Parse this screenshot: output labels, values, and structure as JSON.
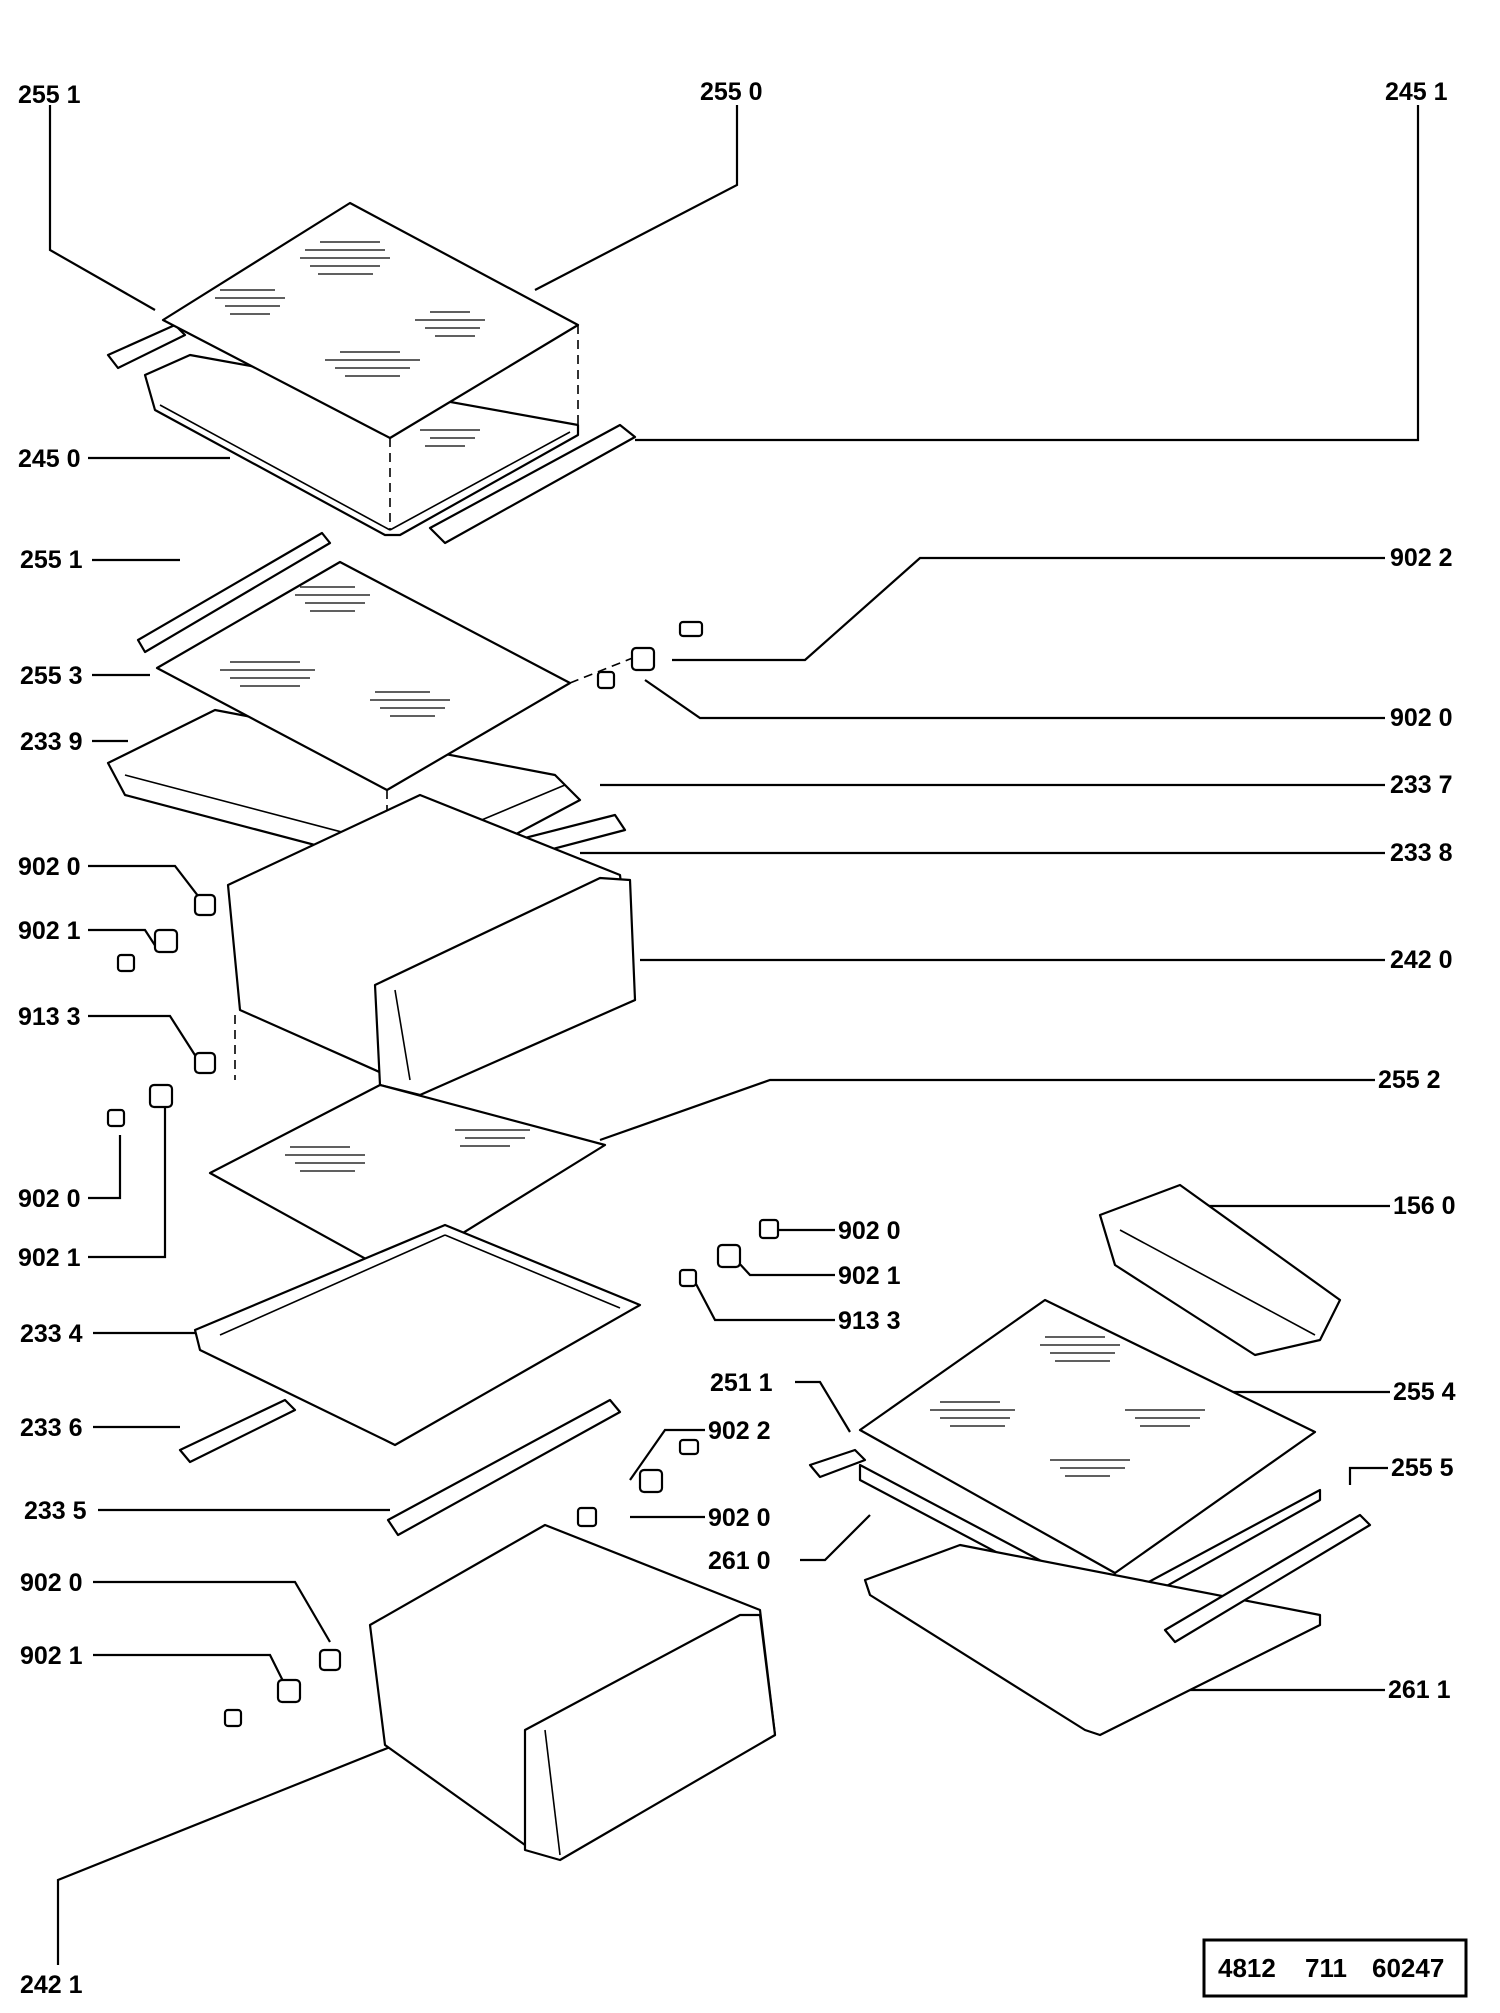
{
  "labels": [
    {
      "id": "c2551-a",
      "text": "255 1"
    },
    {
      "id": "c2550",
      "text": "255 0"
    },
    {
      "id": "c2451",
      "text": "245 1"
    },
    {
      "id": "c2450",
      "text": "245 0"
    },
    {
      "id": "c2551-b",
      "text": "255 1"
    },
    {
      "id": "c9022-a",
      "text": "902 2"
    },
    {
      "id": "c2553",
      "text": "255 3"
    },
    {
      "id": "c9020-a",
      "text": "902 0"
    },
    {
      "id": "c2339",
      "text": "233 9"
    },
    {
      "id": "c2337",
      "text": "233 7"
    },
    {
      "id": "c2338",
      "text": "233 8"
    },
    {
      "id": "c9020-b",
      "text": "902 0"
    },
    {
      "id": "c9021-a",
      "text": "902 1"
    },
    {
      "id": "c2420",
      "text": "242 0"
    },
    {
      "id": "c9133-a",
      "text": "913 3"
    },
    {
      "id": "c2552",
      "text": "255 2"
    },
    {
      "id": "c9020-c",
      "text": "902 0"
    },
    {
      "id": "c9021-b",
      "text": "902 1"
    },
    {
      "id": "c9020-d",
      "text": "902 0"
    },
    {
      "id": "c1560",
      "text": "156 0"
    },
    {
      "id": "c9021-c",
      "text": "902 1"
    },
    {
      "id": "c9133-b",
      "text": "913 3"
    },
    {
      "id": "c2334",
      "text": "233 4"
    },
    {
      "id": "c2511",
      "text": "251 1"
    },
    {
      "id": "c2554",
      "text": "255 4"
    },
    {
      "id": "c2336",
      "text": "233 6"
    },
    {
      "id": "c9022-b",
      "text": "902 2"
    },
    {
      "id": "c2555",
      "text": "255 5"
    },
    {
      "id": "c2335",
      "text": "233 5"
    },
    {
      "id": "c9020-e",
      "text": "902 0"
    },
    {
      "id": "c2610",
      "text": "261 0"
    },
    {
      "id": "c9020-f",
      "text": "902 0"
    },
    {
      "id": "c9021-d",
      "text": "902 1"
    },
    {
      "id": "c2611",
      "text": "261 1"
    },
    {
      "id": "c2421",
      "text": "242 1"
    }
  ],
  "document_number": {
    "part1": "4812",
    "part2": "711",
    "part3": "60247"
  }
}
